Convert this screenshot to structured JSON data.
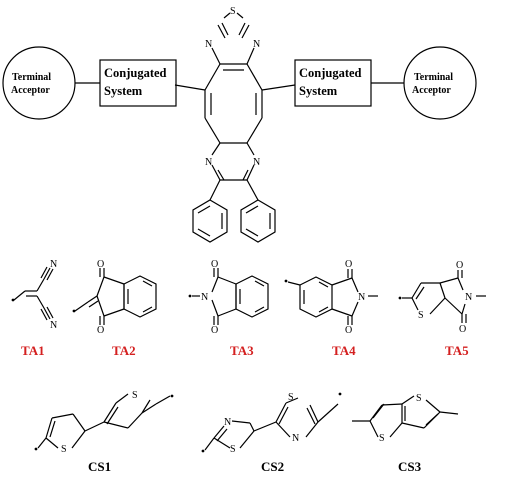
{
  "core": {
    "left_circle_line1": "Terminal",
    "left_circle_line2": "Acceptor",
    "right_circle_line1": "Terminal",
    "right_circle_line2": "Acceptor",
    "left_box_line1": "Conjugated",
    "left_box_line2": "System",
    "right_box_line1": "Conjugated",
    "right_box_line2": "System"
  },
  "atoms": {
    "N": "N",
    "S": "S",
    "O": "O"
  },
  "acceptor_labels": [
    "TA1",
    "TA2",
    "TA3",
    "TA4",
    "TA5"
  ],
  "system_labels": [
    "CS1",
    "CS2",
    "CS3"
  ],
  "colors": {
    "acceptor_label": "#d42020",
    "system_label": "#000000",
    "line": "#000000"
  }
}
